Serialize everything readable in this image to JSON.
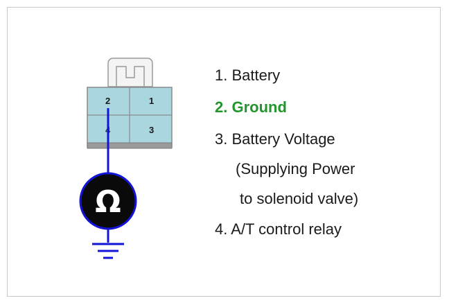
{
  "connector": {
    "pins": [
      {
        "id": "2",
        "label": "2"
      },
      {
        "id": "1",
        "label": "1"
      },
      {
        "id": "4",
        "label": "4"
      },
      {
        "id": "3",
        "label": "3"
      }
    ],
    "cell_color": "#a9d6df",
    "wire_color": "#1414d9"
  },
  "meter": {
    "symbol": "Ω"
  },
  "legend": {
    "items": [
      {
        "text": "1. Battery"
      },
      {
        "text": "2. Ground",
        "highlight": true,
        "color": "#22962d"
      },
      {
        "text": "3. Battery Voltage"
      },
      {
        "text": "(Supplying Power"
      },
      {
        "text": "to solenoid valve)"
      },
      {
        "text": "4. A/T control relay"
      }
    ]
  }
}
